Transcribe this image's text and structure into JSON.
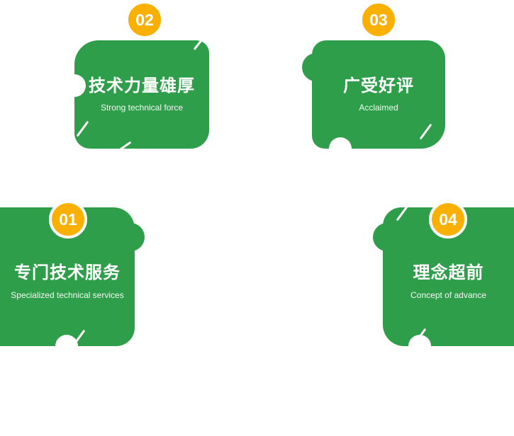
{
  "colors": {
    "green": "#2f9e4a",
    "yellow": "#f9b000",
    "text": "#ffffff"
  },
  "icons": {
    "slash_mark": "/"
  },
  "features": [
    {
      "number": "01",
      "title": "专门技术服务",
      "subtitle": "Specialized technical services"
    },
    {
      "number": "02",
      "title": "技术力量雄厚",
      "subtitle": "Strong technical force"
    },
    {
      "number": "03",
      "title": "广受好评",
      "subtitle": "Acclaimed"
    },
    {
      "number": "04",
      "title": "理念超前",
      "subtitle": "Concept of advance"
    }
  ]
}
